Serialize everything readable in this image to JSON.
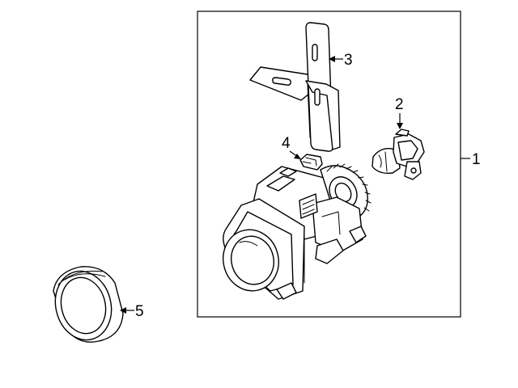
{
  "callouts": [
    {
      "id": "1",
      "part": "fog-lamp-assembly"
    },
    {
      "id": "2",
      "part": "bulb"
    },
    {
      "id": "3",
      "part": "mounting-bracket"
    },
    {
      "id": "4",
      "part": "clip"
    },
    {
      "id": "5",
      "part": "seal-ring"
    }
  ],
  "colors": {
    "line": "#000000",
    "background": "#ffffff"
  }
}
